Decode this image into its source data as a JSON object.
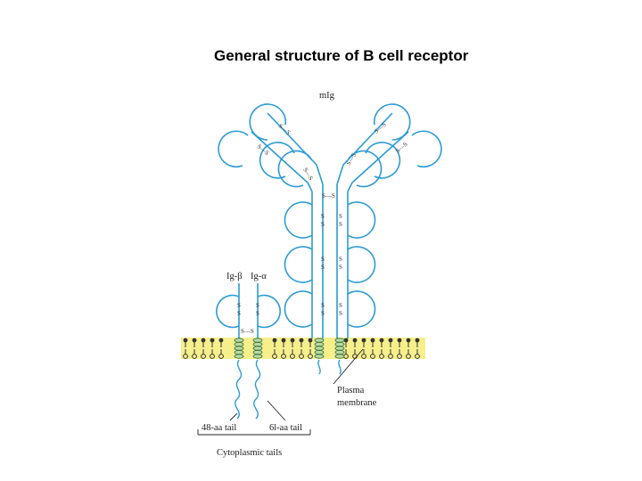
{
  "title": "General structure of  B cell receptor",
  "labels": {
    "mig": "mIg",
    "ig_beta": "Ig-β",
    "ig_alpha": "Ig-α",
    "plasma_membrane_line1": "Plasma",
    "plasma_membrane_line2": "membrane",
    "tail_48": "48-aa tail",
    "tail_61": "6l-aa tail",
    "cytoplasmic_tails": "Cytoplasmic tails"
  },
  "colors": {
    "domain_stroke": "#2b9bd6",
    "membrane_fill": "#f6ef8c",
    "lipid": "#333333",
    "coil_fill": "#b9d9a0"
  }
}
